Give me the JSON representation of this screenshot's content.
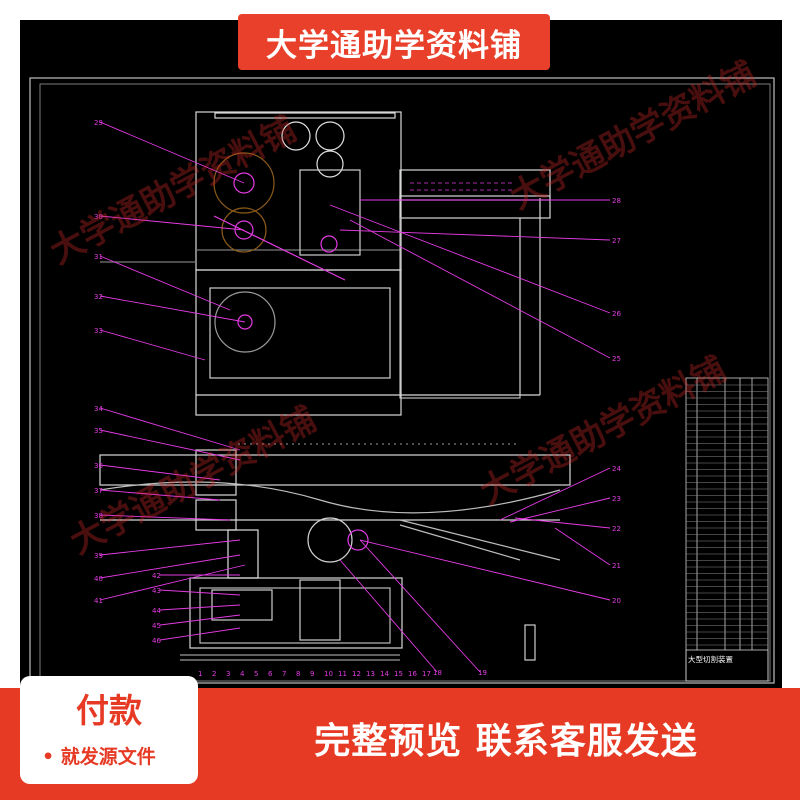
{
  "header": {
    "title": "大学通助学资料铺"
  },
  "watermark": {
    "text": "大学通助学资料铺"
  },
  "drawing": {
    "leaders_left": [
      "29",
      "30",
      "31",
      "32",
      "33",
      "34",
      "35",
      "36",
      "37",
      "38",
      "39",
      "40",
      "41",
      "42",
      "43",
      "44",
      "45",
      "46"
    ],
    "leaders_right": [
      "28",
      "27",
      "26",
      "25",
      "24",
      "23",
      "22",
      "21",
      "20",
      "19",
      "18"
    ],
    "leaders_bottom": [
      "1",
      "2",
      "3",
      "4",
      "5",
      "6",
      "7",
      "8",
      "9",
      "10",
      "11",
      "12",
      "13",
      "14",
      "15",
      "16",
      "17"
    ],
    "title_block_name": "大型切割装置"
  },
  "footer": {
    "pay_title": "付款",
    "pay_sub": "• 就发源文件",
    "cta": "完整预览  联系客服发送"
  },
  "colors": {
    "accent_red": "#e63a24",
    "cad_bg": "#000000",
    "magenta": "#e43be4",
    "frame": "#c8c8c8"
  }
}
